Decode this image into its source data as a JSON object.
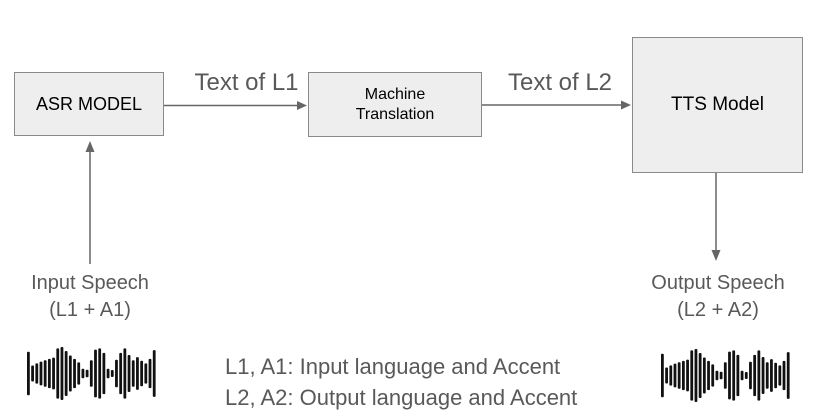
{
  "colors": {
    "background": "#ffffff",
    "box_fill": "#eeeeee",
    "box_border": "#8a8a8a",
    "arrow": "#666666",
    "label_text": "#595959",
    "box_text": "#000000",
    "waveform": "#111111"
  },
  "boxes": {
    "asr": {
      "label": "ASR MODEL"
    },
    "mt": {
      "label": "Machine Translation"
    },
    "tts": {
      "label": "TTS Model"
    }
  },
  "edges": {
    "asr_to_mt": {
      "label": "Text of L1"
    },
    "mt_to_tts": {
      "label": "Text of L2"
    }
  },
  "input": {
    "line1": "Input Speech",
    "line2": "(L1 + A1)"
  },
  "output": {
    "line1": "Output Speech",
    "line2": "(L2 + A2)"
  },
  "legend": {
    "line1": "L1, A1: Input language and Accent",
    "line2": "L2, A2: Output language and Accent"
  },
  "icons": {
    "input_waveform": "waveform-icon",
    "output_waveform": "waveform-icon"
  },
  "waveform_bars": [
    0.82,
    0.3,
    0.38,
    0.45,
    0.5,
    0.55,
    0.6,
    0.95,
    1.0,
    0.85,
    0.68,
    0.55,
    0.42,
    0.18,
    0.14,
    0.5,
    0.9,
    0.95,
    0.78,
    0.18,
    0.13,
    0.52,
    0.78,
    0.95,
    0.7,
    0.5,
    0.62,
    0.48,
    0.38,
    0.55,
    0.88
  ]
}
